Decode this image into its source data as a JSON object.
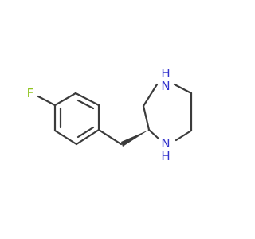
{
  "molecule": {
    "atoms": {
      "fluorine": {
        "label": "F",
        "color": "#8fc31f"
      },
      "nitrogen_top": {
        "label": "N",
        "color": "#3333cc"
      },
      "hydrogen_top": {
        "label": "H",
        "color": "#3333cc"
      },
      "nitrogen_bottom": {
        "label": "N",
        "color": "#3333cc"
      },
      "hydrogen_bottom": {
        "label": "H",
        "color": "#3333cc"
      }
    },
    "bond_color": "#3b3b3b",
    "stereo_bond": "wedge"
  }
}
